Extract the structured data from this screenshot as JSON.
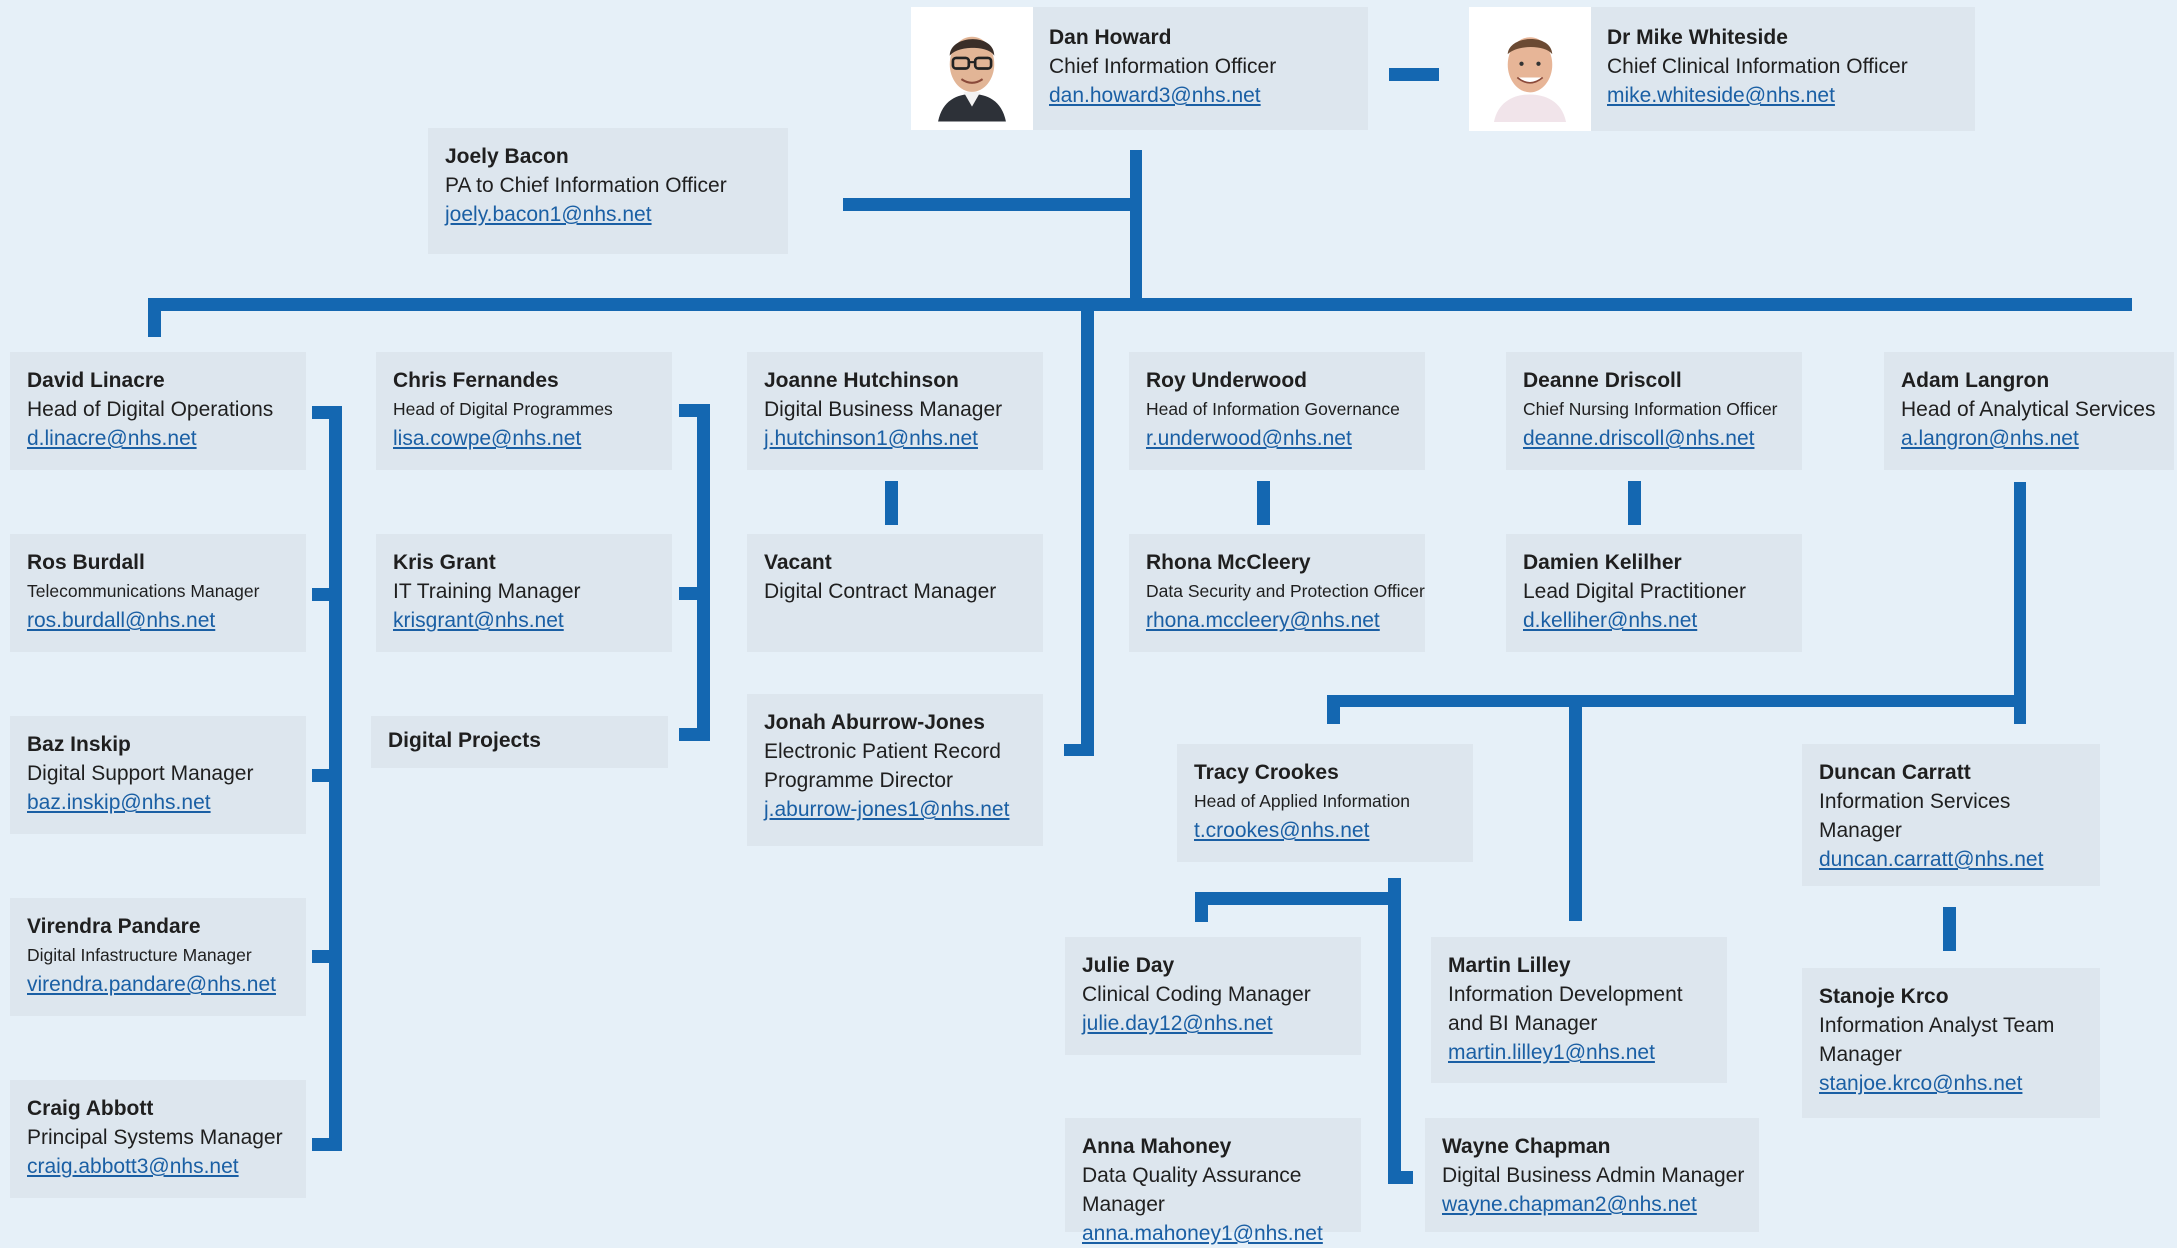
{
  "people": {
    "dan_howard": {
      "name": "Dan Howard",
      "title": "Chief Information Officer",
      "email": "dan.howard3@nhs.net"
    },
    "mike_whiteside": {
      "name": "Dr Mike Whiteside",
      "title": "Chief Clinical Information Officer",
      "email": "mike.whiteside@nhs.net"
    },
    "joely_bacon": {
      "name": "Joely Bacon",
      "title": "PA to Chief Information Officer",
      "email": "joely.bacon1@nhs.net"
    },
    "david_linacre": {
      "name": "David Linacre",
      "title": "Head of Digital Operations",
      "email": "d.linacre@nhs.net"
    },
    "ros_burdall": {
      "name": "Ros Burdall",
      "title": "Telecommunications Manager",
      "email": "ros.burdall@nhs.net"
    },
    "baz_inskip": {
      "name": "Baz Inskip",
      "title": "Digital Support Manager",
      "email": "baz.inskip@nhs.net"
    },
    "virendra_pandare": {
      "name": "Virendra Pandare",
      "title": "Digital Infastructure Manager",
      "email": "virendra.pandare@nhs.net"
    },
    "craig_abbott": {
      "name": "Craig Abbott",
      "title": "Principal Systems Manager",
      "email": "craig.abbott3@nhs.net"
    },
    "chris_fernandes": {
      "name": "Chris Fernandes",
      "title": "Head of Digital Programmes",
      "email": "lisa.cowpe@nhs.net"
    },
    "kris_grant": {
      "name": "Kris Grant",
      "title": "IT Training Manager",
      "email": "krisgrant@nhs.net"
    },
    "digital_projects": {
      "name": "Digital Projects"
    },
    "joanne_hutchinson": {
      "name": "Joanne Hutchinson",
      "title": "Digital Business Manager",
      "email": "j.hutchinson1@nhs.net"
    },
    "vacant": {
      "name": "Vacant",
      "title": "Digital Contract Manager"
    },
    "jonah_aburrow_jones": {
      "name": "Jonah Aburrow-Jones",
      "title": "Electronic Patient Record\nProgramme Director",
      "email": "j.aburrow-jones1@nhs.net"
    },
    "roy_underwood": {
      "name": "Roy Underwood",
      "title": "Head of Information Governance",
      "email": "r.underwood@nhs.net"
    },
    "rhona_mccleery": {
      "name": "Rhona McCleery",
      "title": "Data Security and Protection Officer",
      "email": "rhona.mccleery@nhs.net"
    },
    "deanne_driscoll": {
      "name": "Deanne Driscoll",
      "title": "Chief Nursing Information Officer",
      "email": "deanne.driscoll@nhs.net"
    },
    "damien_kelilher": {
      "name": "Damien Kelilher",
      "title": "Lead Digital Practitioner",
      "email": "d.kelliher@nhs.net"
    },
    "adam_langron": {
      "name": "Adam Langron",
      "title": "Head of Analytical Services",
      "email": "a.langron@nhs.net"
    },
    "tracy_crookes": {
      "name": "Tracy Crookes",
      "title": "Head of Applied Information",
      "email": "t.crookes@nhs.net"
    },
    "duncan_carratt": {
      "name": "Duncan Carratt",
      "title": "Information Services\nManager",
      "email": "duncan.carratt@nhs.net"
    },
    "stanoje_krco": {
      "name": "Stanoje Krco",
      "title": "Information Analyst Team\nManager",
      "email": "stanjoe.krco@nhs.net"
    },
    "julie_day": {
      "name": "Julie Day",
      "title": "Clinical Coding Manager",
      "email": "julie.day12@nhs.net"
    },
    "martin_lilley": {
      "name": "Martin Lilley",
      "title": "Information Development\nand BI Manager",
      "email": "martin.lilley1@nhs.net"
    },
    "anna_mahoney": {
      "name": "Anna Mahoney",
      "title": "Data Quality Assurance Manager",
      "email": "anna.mahoney1@nhs.net"
    },
    "wayne_chapman": {
      "name": "Wayne Chapman",
      "title": "Digital Business Admin Manager",
      "email": "wayne.chapman2@nhs.net"
    }
  },
  "colors": {
    "background": "#e6f0f8",
    "card": "#dde6ee",
    "connector": "#1467b1",
    "link": "#1a5fa4"
  },
  "icons": {
    "dan_photo": "person-photo",
    "mike_photo": "person-photo"
  }
}
